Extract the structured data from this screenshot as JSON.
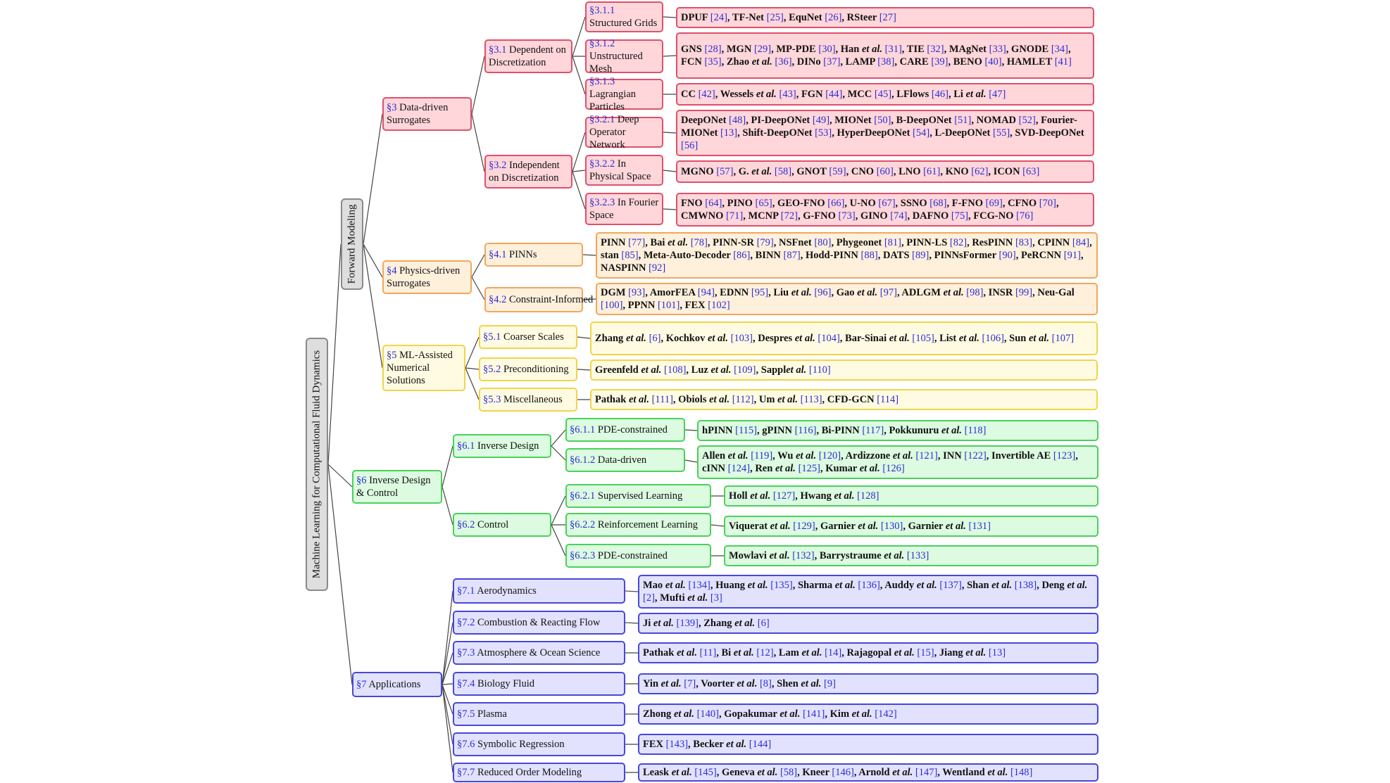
{
  "root": {
    "label": "Machine Learning for Computational Fluid Dynamics"
  },
  "forward": {
    "label": "Forward Modeling"
  },
  "sections": {
    "s3": {
      "ref": "§3",
      "label": " Data-driven Surrogates"
    },
    "s4": {
      "ref": "§4",
      "label": " Physics-driven Surrogates"
    },
    "s5": {
      "ref": "§5",
      "label": " ML-Assisted Numerical Solutions"
    },
    "s6": {
      "ref": "§6",
      "label": " Inverse Design & Control"
    },
    "s7": {
      "ref": "§7",
      "label": " Applications"
    }
  },
  "subsections": {
    "s31": {
      "ref": "§3.1",
      "label": " Dependent on Discretization"
    },
    "s32": {
      "ref": "§3.2",
      "label": " Independent on Discretization"
    },
    "s41": {
      "ref": "§4.1",
      "label": " PINNs"
    },
    "s42": {
      "ref": "§4.2",
      "label": " Constraint-Informed"
    },
    "s51": {
      "ref": "§5.1",
      "label": " Coarser Scales"
    },
    "s52": {
      "ref": "§5.2",
      "label": " Preconditioning"
    },
    "s53": {
      "ref": "§5.3",
      "label": " Miscellaneous"
    },
    "s61": {
      "ref": "§6.1",
      "label": " Inverse Design"
    },
    "s62": {
      "ref": "§6.2",
      "label": " Control"
    },
    "s71": {
      "ref": "§7.1",
      "label": " Aerodynamics"
    },
    "s72": {
      "ref": "§7.2",
      "label": " Combustion & Reacting Flow"
    },
    "s73": {
      "ref": "§7.3",
      "label": " Atmosphere & Ocean Science"
    },
    "s74": {
      "ref": "§7.4",
      "label": " Biology Fluid"
    },
    "s75": {
      "ref": "§7.5",
      "label": " Plasma"
    },
    "s76": {
      "ref": "§7.6",
      "label": " Symbolic Regression"
    },
    "s77": {
      "ref": "§7.7",
      "label": " Reduced Order Modeling"
    }
  },
  "subsubsections": {
    "s311": {
      "ref": "§3.1.1",
      "label": " Structured Grids"
    },
    "s312": {
      "ref": "§3.1.2",
      "label": " Unstructured Mesh"
    },
    "s313": {
      "ref": "§3.1.3",
      "label": " Lagrangian Particles"
    },
    "s321": {
      "ref": "§3.2.1",
      "label": " Deep Operator Network"
    },
    "s322": {
      "ref": "§3.2.2",
      "label": " In Physical Space"
    },
    "s323": {
      "ref": "§3.2.3",
      "label": " In Fourier Space"
    },
    "s611": {
      "ref": "§6.1.1",
      "label": " PDE-constrained"
    },
    "s612": {
      "ref": "§6.1.2",
      "label": " Data-driven"
    },
    "s621": {
      "ref": "§6.2.1",
      "label": " Supervised Learning"
    },
    "s622": {
      "ref": "§6.2.2",
      "label": " Reinforcement Learning"
    },
    "s623": {
      "ref": "§6.2.3",
      "label": " PDE-constrained"
    }
  },
  "citations": {
    "s311": [
      [
        "DPUF",
        24
      ],
      [
        "TF-Net",
        25
      ],
      [
        "EquNet",
        26
      ],
      [
        "RSteer",
        27
      ]
    ],
    "s312": [
      [
        "GNS",
        28
      ],
      [
        "MGN",
        29
      ],
      [
        "MP-PDE",
        30
      ],
      [
        "Han et al.",
        31
      ],
      [
        "TIE",
        32
      ],
      [
        "MAgNet",
        33
      ],
      [
        "GNODE",
        34
      ],
      [
        "FCN",
        35
      ],
      [
        "Zhao et al.",
        36
      ],
      [
        "DINo",
        37
      ],
      [
        "LAMP",
        38
      ],
      [
        "CARE",
        39
      ],
      [
        "BENO",
        40
      ],
      [
        "HAMLET",
        41
      ]
    ],
    "s313": [
      [
        "CC",
        42
      ],
      [
        "Wessels et al.",
        43
      ],
      [
        "FGN",
        44
      ],
      [
        "MCC",
        45
      ],
      [
        "LFlows",
        46
      ],
      [
        "Li et al.",
        47
      ]
    ],
    "s321": [
      [
        "DeepONet",
        48
      ],
      [
        "PI-DeepONet",
        49
      ],
      [
        "MIONet",
        50
      ],
      [
        "B-DeepONet",
        51
      ],
      [
        "NOMAD",
        52
      ],
      [
        "Fourier-MIONet",
        13
      ],
      [
        "Shift-DeepONet",
        53
      ],
      [
        "HyperDeepONet",
        54
      ],
      [
        "L-DeepONet",
        55
      ],
      [
        "SVD-DeepONet",
        56
      ]
    ],
    "s322": [
      [
        "MGNO",
        57
      ],
      [
        "G. et al.",
        58
      ],
      [
        "GNOT",
        59
      ],
      [
        "CNO",
        60
      ],
      [
        "LNO",
        61
      ],
      [
        "KNO",
        62
      ],
      [
        "ICON",
        63
      ]
    ],
    "s323": [
      [
        "FNO",
        64
      ],
      [
        "PINO",
        65
      ],
      [
        "GEO-FNO",
        66
      ],
      [
        "U-NO",
        67
      ],
      [
        "SSNO",
        68
      ],
      [
        "F-FNO",
        69
      ],
      [
        "CFNO",
        70
      ],
      [
        "CMWNO",
        71
      ],
      [
        "MCNP",
        72
      ],
      [
        "G-FNO",
        73
      ],
      [
        "GINO",
        74
      ],
      [
        "DAFNO",
        75
      ],
      [
        "FCG-NO",
        76
      ]
    ],
    "s41": [
      [
        "PINN",
        77
      ],
      [
        "Bai et al.",
        78
      ],
      [
        "PINN-SR",
        79
      ],
      [
        "NSFnet",
        80
      ],
      [
        "Phygeonet",
        81
      ],
      [
        "PINN-LS",
        82
      ],
      [
        "ResPINN",
        83
      ],
      [
        "CPINN",
        84
      ],
      [
        "stan",
        85
      ],
      [
        "Meta-Auto-Decoder",
        86
      ],
      [
        "BINN",
        87
      ],
      [
        "Hodd-PINN",
        88
      ],
      [
        "DATS",
        89
      ],
      [
        "PINNsFormer",
        90
      ],
      [
        "PeRCNN",
        91
      ],
      [
        "NASPINN",
        92
      ]
    ],
    "s42": [
      [
        "DGM",
        93
      ],
      [
        "AmorFEA",
        94
      ],
      [
        "EDNN",
        95
      ],
      [
        "Liu et al.",
        96
      ],
      [
        "Gao et al.",
        97
      ],
      [
        "ADLGM et al.",
        98
      ],
      [
        "INSR",
        99
      ],
      [
        "Neu-Gal",
        100
      ],
      [
        "PPNN",
        101
      ],
      [
        "FEX",
        102
      ]
    ],
    "s51": [
      [
        "Zhang et al.",
        6
      ],
      [
        "Kochkov et al.",
        103
      ],
      [
        "Despres et al.",
        104
      ],
      [
        "Bar-Sinai et al.",
        105
      ],
      [
        "List et al.",
        106
      ],
      [
        "Sun et al.",
        107
      ]
    ],
    "s52": [
      [
        "Greenfeld et al.",
        108
      ],
      [
        "Luz et al.",
        109
      ],
      [
        "Sapplet al.",
        110
      ]
    ],
    "s53": [
      [
        "Pathak et al.",
        111
      ],
      [
        "Obiols et al.",
        112
      ],
      [
        "Um et al.",
        113
      ],
      [
        "CFD-GCN",
        114
      ]
    ],
    "s611": [
      [
        "hPINN",
        115
      ],
      [
        "gPINN",
        116
      ],
      [
        "Bi-PINN",
        117
      ],
      [
        "Pokkunuru et al.",
        118
      ]
    ],
    "s612": [
      [
        "Allen et al.",
        119
      ],
      [
        "Wu et al.",
        120
      ],
      [
        "Ardizzone et al.",
        121
      ],
      [
        "INN",
        122
      ],
      [
        "Invertible AE",
        123
      ],
      [
        "cINN",
        124
      ],
      [
        "Ren et al.",
        125
      ],
      [
        "Kumar et al.",
        126
      ]
    ],
    "s621": [
      [
        "Holl et al.",
        127
      ],
      [
        "Hwang et al.",
        128
      ]
    ],
    "s622": [
      [
        "Viquerat et al.",
        129
      ],
      [
        "Garnier et al.",
        130
      ],
      [
        "Garnier et al.",
        131
      ]
    ],
    "s623": [
      [
        "Mowlavi et al.",
        132
      ],
      [
        "Barrystraume et al.",
        133
      ]
    ],
    "s71": [
      [
        "Mao et al.",
        134
      ],
      [
        "Huang et al.",
        135
      ],
      [
        "Sharma et al.",
        136
      ],
      [
        "Auddy et al.",
        137
      ],
      [
        "Shan et al.",
        138
      ],
      [
        "Deng et al.",
        2
      ],
      [
        "Mufti et al.",
        3
      ]
    ],
    "s72": [
      [
        "Ji et al.",
        139
      ],
      [
        "Zhang et al.",
        6
      ]
    ],
    "s73": [
      [
        "Pathak et al.",
        11
      ],
      [
        "Bi et al.",
        12
      ],
      [
        "Lam et al.",
        14
      ],
      [
        "Rajagopal et al.",
        15
      ],
      [
        "Jiang et al.",
        13
      ]
    ],
    "s74": [
      [
        "Yin et al.",
        7
      ],
      [
        "Voorter et al.",
        8
      ],
      [
        "Shen et al.",
        9
      ]
    ],
    "s75": [
      [
        "Zhong et al.",
        140
      ],
      [
        "Gopakumar et al.",
        141
      ],
      [
        "Kim et al.",
        142
      ]
    ],
    "s76": [
      [
        "FEX",
        143
      ],
      [
        "Becker et al.",
        144
      ]
    ],
    "s77": [
      [
        "Leask et al.",
        145
      ],
      [
        "Geneva et al.",
        58
      ],
      [
        "Kneer",
        146
      ],
      [
        "Arnold et al.",
        147
      ],
      [
        "Wentland et al.",
        148
      ]
    ]
  },
  "colors": {
    "red": "#e0506a",
    "orange": "#f2a75a",
    "yellow": "#f2d44a",
    "green": "#4ad15a",
    "blue": "#4848d8",
    "ref": "#2c2cd6"
  }
}
